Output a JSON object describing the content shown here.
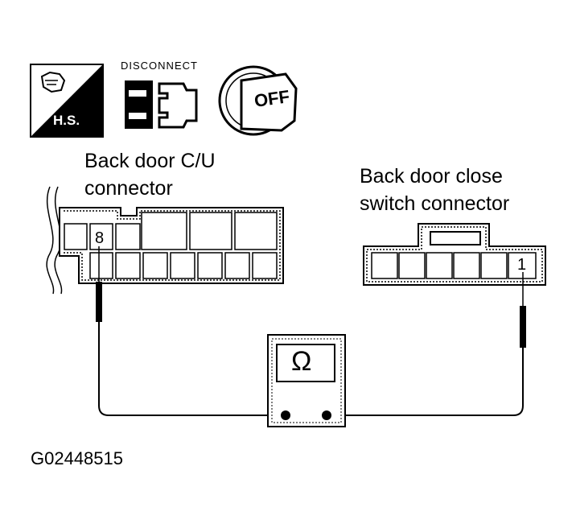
{
  "icons": {
    "harness_icon_label": "H.S.",
    "disconnect_label": "DISCONNECT",
    "ignition_label": "OFF"
  },
  "connectors": {
    "left_title_line1": "Back door C/U",
    "left_title_line2": "connector",
    "left_pin": "8",
    "right_title_line1": "Back door close",
    "right_title_line2": "switch connector",
    "right_pin": "1"
  },
  "meter": {
    "symbol": "Ω"
  },
  "figure_code": "G02448515"
}
